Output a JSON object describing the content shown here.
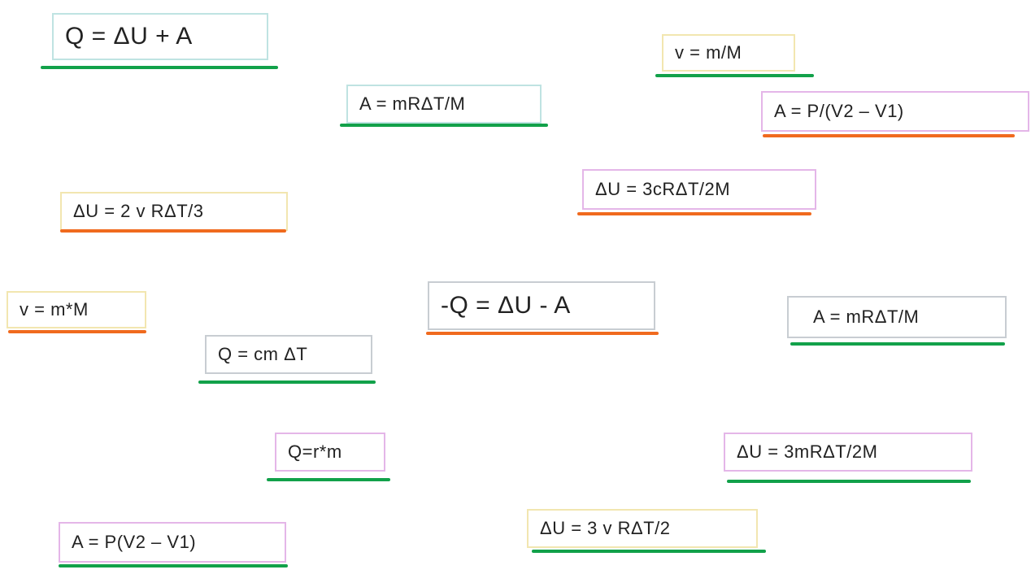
{
  "formulas": [
    {
      "text": "Q = ΔU + A",
      "border": "#bfe3e2",
      "underline": "#12a14a"
    },
    {
      "text": "v = m/M",
      "border": "#f2e6b0",
      "underline": "#12a14a"
    },
    {
      "text": "A = mRΔT/M",
      "border": "#bfe3e2",
      "underline": "#12a14a"
    },
    {
      "text": "A = P/(V2 – V1)",
      "border": "#e4b6e8",
      "underline": "#f06a1e"
    },
    {
      "text": "ΔU = 3cRΔT/2M",
      "border": "#e4b6e8",
      "underline": "#f06a1e"
    },
    {
      "text": "ΔU = 2 v RΔT/3",
      "border": "#f2e6b0",
      "underline": "#f06a1e"
    },
    {
      "text": "v = m*M",
      "border": "#f2e6b0",
      "underline": "#f06a1e"
    },
    {
      "text": "-Q = ΔU - A",
      "border": "#c8cdd2",
      "underline": "#f06a1e"
    },
    {
      "text": "A = mRΔT/M",
      "border": "#c8cdd2",
      "underline": "#12a14a"
    },
    {
      "text": "Q = cm ΔT",
      "border": "#c8cdd2",
      "underline": "#12a14a"
    },
    {
      "text": "Q=r*m",
      "border": "#e4b6e8",
      "underline": "#12a14a"
    },
    {
      "text": "ΔU = 3mRΔT/2M",
      "border": "#e4b6e8",
      "underline": "#12a14a"
    },
    {
      "text": "ΔU = 3 v RΔT/2",
      "border": "#f2e6b0",
      "underline": "#12a14a"
    },
    {
      "text": "A = P(V2 – V1)",
      "border": "#e4b6e8",
      "underline": "#12a14a"
    }
  ]
}
